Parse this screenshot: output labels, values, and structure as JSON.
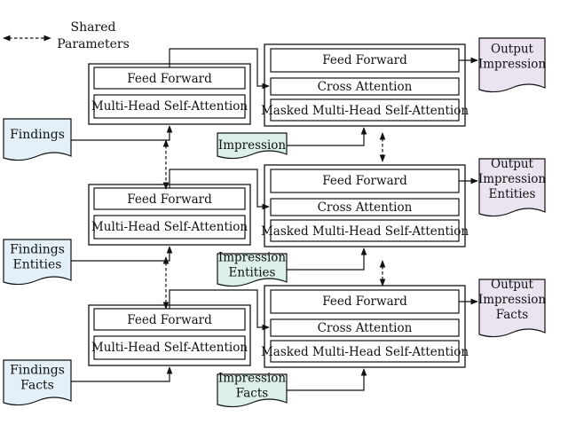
{
  "legend": {
    "label_line1": "Shared",
    "label_line2": "Parameters"
  },
  "rows": [
    {
      "encoder": {
        "feed_forward": "Feed Forward",
        "self_attention": "Multi-Head Self-Attention"
      },
      "decoder": {
        "feed_forward": "Feed Forward",
        "cross_attention": "Cross Attention",
        "masked_attention": "Masked Multi-Head Self-Attention"
      },
      "input": [
        "Findings"
      ],
      "target": [
        "Impression"
      ],
      "output": [
        "Output",
        "Impression"
      ]
    },
    {
      "encoder": {
        "feed_forward": "Feed Forward",
        "self_attention": "Multi-Head Self-Attention"
      },
      "decoder": {
        "feed_forward": "Feed Forward",
        "cross_attention": "Cross Attention",
        "masked_attention": "Masked Multi-Head Self-Attention"
      },
      "input": [
        "Findings",
        "Entities"
      ],
      "target": [
        "Impression",
        "Entities"
      ],
      "output": [
        "Output",
        "Impression",
        "Entities"
      ]
    },
    {
      "encoder": {
        "feed_forward": "Feed Forward",
        "self_attention": "Multi-Head Self-Attention"
      },
      "decoder": {
        "feed_forward": "Feed Forward",
        "cross_attention": "Cross Attention",
        "masked_attention": "Masked Multi-Head Self-Attention"
      },
      "input": [
        "Findings",
        "Facts"
      ],
      "target": [
        "Impression",
        "Facts"
      ],
      "output": [
        "Output",
        "Impression",
        "Facts"
      ]
    }
  ],
  "colors": {
    "input_fill": "#e3f0fa",
    "target_fill": "#dcefe8",
    "output_fill": "#ece3f1",
    "stroke": "#111111"
  }
}
